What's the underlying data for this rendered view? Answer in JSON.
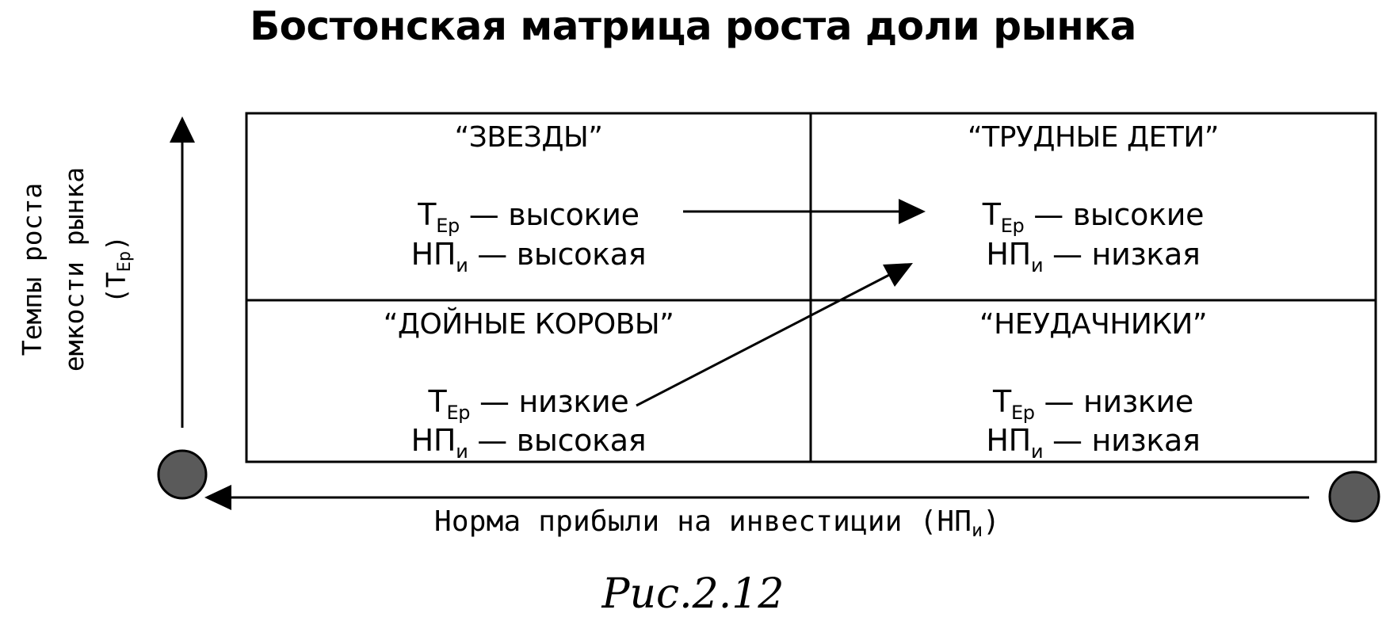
{
  "title": "Бостонская матрица роста доли рынка",
  "axes": {
    "y_label_line1": "Темпы роста",
    "y_label_line2": "емкости рынка",
    "y_label_line3_main": "(Т",
    "y_label_line3_sub": "Ер",
    "y_label_line3_end": ")",
    "x_label_main": "Норма прибыли на инвестиции (НП",
    "x_label_sub": "и",
    "x_label_end": ")"
  },
  "quadrants": {
    "top_left": {
      "name": "“ЗВЕЗДЫ”",
      "m1_main": "Т",
      "m1_sub": "Ер",
      "m1_value": " — высокие",
      "m2_main": "НП",
      "m2_sub": "и",
      "m2_value": " — высокая"
    },
    "top_right": {
      "name": "“ТРУДНЫЕ ДЕТИ”",
      "m1_main": "Т",
      "m1_sub": "Ер",
      "m1_value": " — высокие",
      "m2_main": "НП",
      "m2_sub": "и",
      "m2_value": " — низкая"
    },
    "bottom_left": {
      "name": "“ДОЙНЫЕ КОРОВЫ”",
      "m1_main": "Т",
      "m1_sub": "Ер",
      "m1_value": " — низкие",
      "m2_main": "НП",
      "m2_sub": "и",
      "m2_value": " — высокая"
    },
    "bottom_right": {
      "name": "“НЕУДАЧНИКИ”",
      "m1_main": "Т",
      "m1_sub": "Ер",
      "m1_value": " — низкие",
      "m2_main": "НП",
      "m2_sub": "и",
      "m2_value": " — низкая"
    }
  },
  "caption": "Рис.2.12",
  "colors": {
    "line": "#000000",
    "circle_fill": "#5a5a5a"
  }
}
